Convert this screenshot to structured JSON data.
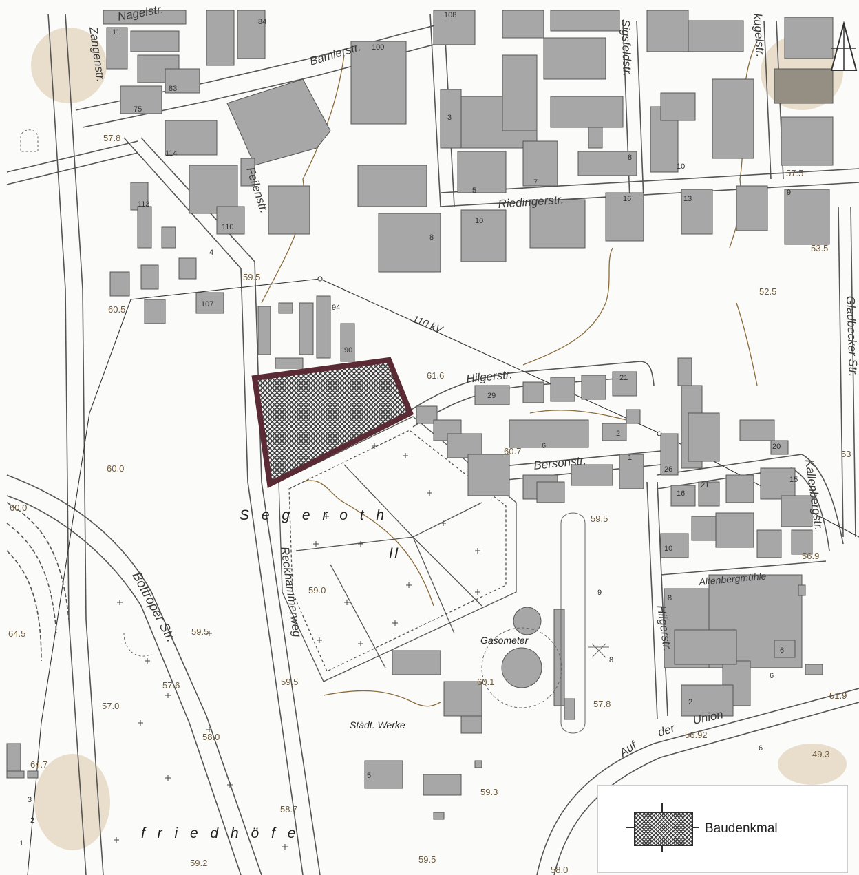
{
  "map": {
    "streets": {
      "nagel": "Nagelstr.",
      "bamler": "Bamlerstr.",
      "zangen": "Zangenstr.",
      "sigsfeld": "Sigsfeldstr.",
      "kugel": "kugelstr.",
      "riedinger": "Riedingerstr.",
      "feilen": "Feilenstr.",
      "hilger_top": "Hilgerstr.",
      "bersons": "Bersonstr.",
      "kallenberg": "Kallenbergstr.",
      "gladbecker": "Gladbecker Str.",
      "altenberg": "Altenbergmühle",
      "hilger_side": "Hilgerstr.",
      "reckhammer": "Reckhammerweg",
      "bottroper": "Bottroper Str.",
      "auf": "Auf",
      "der": "der",
      "union": "Union"
    },
    "line_label": "110 kV",
    "area_names": {
      "segeroth": "S e g e r o t h",
      "segeroth_suffix": "II",
      "friedhoefe": "f r i e d h ö f e"
    },
    "places": {
      "gasometer": "Gasometer",
      "werke": "Städt. Werke"
    },
    "elevations": {
      "e1": "57.8",
      "e2": "57.5",
      "e3": "53.5",
      "e4": "52.5",
      "e5": "59.5",
      "e6": "60.5",
      "e7": "61.6",
      "e8": "60.7",
      "e9": "60.0",
      "e10": "60.0",
      "e11": "59.5",
      "e12": "59.0",
      "e13": "56.9",
      "e14": "59.5",
      "e15": "57.6",
      "e16": "57.0",
      "e17": "59.5",
      "e18": "60.1",
      "e19": "58.0",
      "e20": "57.8",
      "e21": "56.92",
      "e22": "59.3",
      "e23": "58.7",
      "e24": "59.2",
      "e25": "59.5",
      "e26": "58.0",
      "e27": "64.5",
      "e28": "64.7",
      "e29": "49.3",
      "e30": "51.9",
      "e31": "53"
    },
    "house_numbers": {
      "h1": "11",
      "h2": "83",
      "h3": "75",
      "h4": "100",
      "h5": "108",
      "h6": "3",
      "h7": "5",
      "h8": "7",
      "h9": "8",
      "h10": "10",
      "h11": "9",
      "h12": "13",
      "h13": "16",
      "h14": "10",
      "h15": "8",
      "h16": "110",
      "h17": "114",
      "h18": "113",
      "h19": "107",
      "h20": "94",
      "h21": "90",
      "h22": "29",
      "h23": "21",
      "h24": "6",
      "h25": "2",
      "h26": "1",
      "h27": "26",
      "h28": "20",
      "h29": "16",
      "h30": "21",
      "h31": "15",
      "h32": "10",
      "h33": "8",
      "h34": "6",
      "h35": "2",
      "h36": "6",
      "h37": "9",
      "h38": "8",
      "h39": "1",
      "h40": "3",
      "h41": "2",
      "h42": "5",
      "h43": "6",
      "h44": "4",
      "h45": "84"
    }
  },
  "legend": {
    "label": "Baudenkmal"
  },
  "colors": {
    "building": "#a7a7a7",
    "building_stroke": "#555555",
    "road": "#555555",
    "contour": "#8a6b3c",
    "monument_outline": "#5a2a35",
    "monument_hatch": "#3a3a3a"
  },
  "icons": {
    "north_arrow": "north-arrow-icon",
    "monument_swatch": "hatch-swatch-icon"
  }
}
